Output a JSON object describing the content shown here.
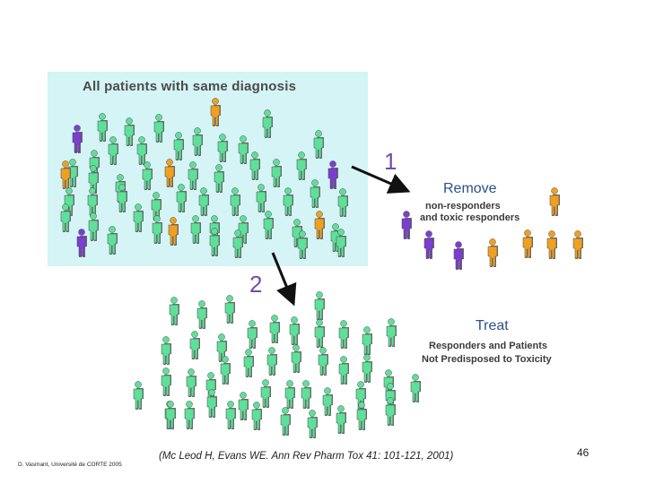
{
  "panel_title": "All patients with same diagnosis",
  "steps": {
    "one": "1",
    "two": "2"
  },
  "remove": {
    "heading": "Remove",
    "line1": "non-responders",
    "line2": "and toxic responders"
  },
  "treat": {
    "heading": "Treat",
    "line1": "Responders and Patients",
    "line2": "Not Predisposed to Toxicity"
  },
  "citation": "(Mc Leod H, Evans WE. Ann Rev Pharm Tox 41: 101-121, 2001)",
  "credit": "D. Vasmant, Université de CORTE 2005",
  "page_number": "46",
  "colors": {
    "panel_bg": "#d4f4f6",
    "responder_green": "#5fe09a",
    "toxic_orange": "#f0a020",
    "nonresponder_purple": "#7a3fd0"
  }
}
